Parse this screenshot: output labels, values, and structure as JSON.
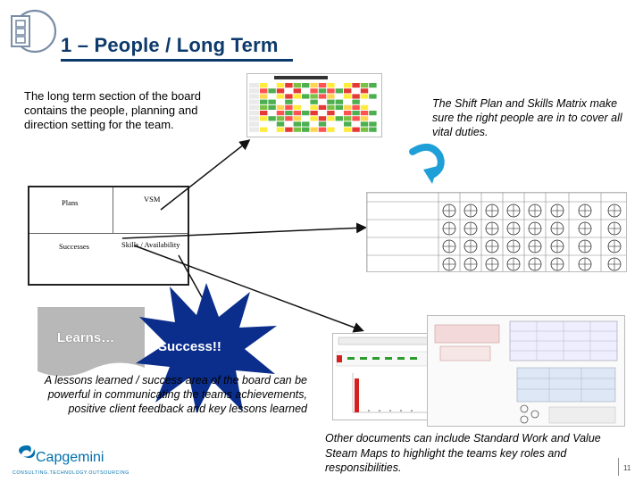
{
  "slide": {
    "title": "1 – People / Long Term",
    "page_number": "11"
  },
  "intro_text": "The long term section of the board contains the people, planning and direction setting for the team.",
  "shift_text": "The Shift Plan and Skills Matrix make sure the right people are in to cover all vital duties.",
  "board": {
    "plans": "Plans",
    "vsm": "VSM",
    "successes": "Successes",
    "skills": "Skills / Availability"
  },
  "learns_label": "Learns…",
  "success_label": "Success!!",
  "lessons_text": "A lessons learned / success area of the board can be powerful in communicating the teams achievements, positive client feedback and key lessons learned",
  "other_docs_text": "Other documents can include Standard Work and Value Steam Maps to highlight the teams key roles and responsibilities.",
  "brand": {
    "name": "Capgemini",
    "tagline": "CONSULTING.TECHNOLOGY.OUTSOURCING"
  },
  "colors": {
    "title": "#0d3a6b",
    "burst": "#0b2e8c",
    "learns": "#b8b8b8",
    "curve_arrow": "#1e9fd8",
    "brand": "#0070ad"
  }
}
